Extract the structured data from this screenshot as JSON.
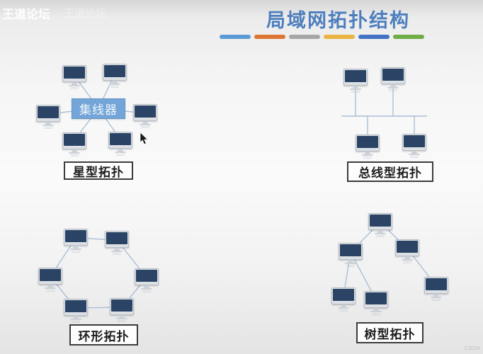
{
  "slide": {
    "title": "局域网拓扑结构",
    "watermark_top_left": "王道论坛",
    "watermark_bottom_right": "CSDN",
    "accent_dashes": [
      "#5b9bd5",
      "#dd7633",
      "#a6a6a6",
      "#eab445",
      "#4472c4",
      "#70ad47"
    ]
  },
  "topologies": {
    "star": {
      "label": "星型拓扑",
      "hub_label": "集线器"
    },
    "bus": {
      "label": "总线型拓扑"
    },
    "ring": {
      "label": "环形拓扑"
    },
    "tree": {
      "label": "树型拓扑"
    }
  },
  "colors": {
    "title": "#4d7ebd",
    "line": "#aabfd6",
    "monitor_screen": "#2b4465",
    "monitor_bezel": "#dde1e6",
    "monitor_border": "#b9bfc7",
    "monitor_stand": "#ccd1d8",
    "hub_fill": "#73a5d8",
    "hub_border": "#6094c8",
    "hub_text": "#f2f6fa",
    "label_border": "#3c3c3c",
    "label_text": "#1c1c1c"
  }
}
